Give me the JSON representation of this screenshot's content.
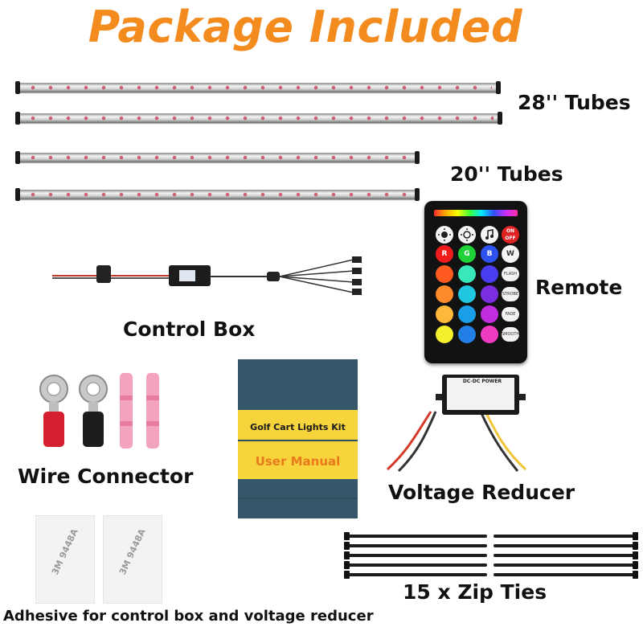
{
  "title": "Package Included",
  "labels": {
    "tubes_28": "28'' Tubes",
    "tubes_20": "20'' Tubes",
    "remote": "Remote",
    "control_box": "Control Box",
    "wire_connector": "Wire Connector",
    "voltage_reducer": "Voltage Reducer",
    "zip_ties": "15 x Zip Ties",
    "adhesive": "Adhesive for control box and voltage reducer"
  },
  "manual": {
    "product_name": "Golf Cart Lights Kit",
    "doc_title": "User Manual"
  },
  "remote_buttons": {
    "on_off": "ON OFF",
    "r": "R",
    "g": "G",
    "b": "B",
    "w": "W",
    "flash": "FLASH",
    "strobe": "STROBE",
    "fade": "FADE",
    "smooth": "SMOOTH"
  },
  "reducer_label": "DC-DC POWER",
  "adhesive_print": "3M 9448A"
}
